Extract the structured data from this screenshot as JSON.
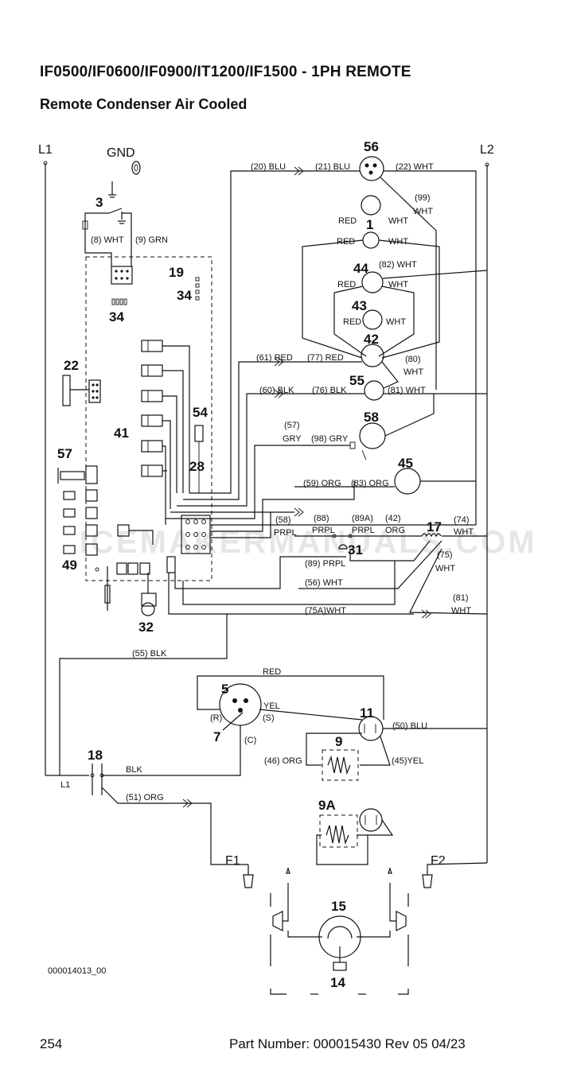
{
  "header": {
    "title": "IF0500/IF0600/IF0900/IT1200/IF1500 - 1PH REMOTE",
    "subtitle": "Remote Condenser Air Cooled"
  },
  "diagram": {
    "terminals": {
      "l1": "L1",
      "l2": "L2",
      "gnd": "GND",
      "f1": "F1",
      "f2": "F2",
      "l1_small": "L1"
    },
    "components": {
      "c56": "56",
      "c1": "1",
      "c44": "44",
      "c43": "43",
      "c42": "42",
      "c55": "55",
      "c58": "58",
      "c45": "45",
      "c17": "17",
      "c31": "31",
      "c3": "3",
      "c19": "19",
      "c34a": "34",
      "c34b": "34",
      "c22": "22",
      "c54": "54",
      "c41": "41",
      "c28": "28",
      "c57": "57",
      "c49": "49",
      "c32": "32",
      "c5": "5",
      "c7": "7",
      "c11": "11",
      "c9": "9",
      "c9a": "9A",
      "c18": "18",
      "c15": "15",
      "c14": "14"
    },
    "wires": {
      "w20": "(20) BLU",
      "w21": "(21) BLU",
      "w22": "(22) WHT",
      "w99a": "(99)",
      "w99b": "WHT",
      "red1": "RED",
      "wht1": "WHT",
      "red2": "RED",
      "wht2": "WHT",
      "w82": "(82) WHT",
      "red3": "RED",
      "wht3": "WHT",
      "red4": "RED",
      "wht4": "WHT",
      "w61": "(61) RED",
      "w77": "(77) RED",
      "w80a": "(80)",
      "w80b": "WHT",
      "w60": "(60) BLK",
      "w76": "(76) BLK",
      "w81": "(81) WHT",
      "w57a": "(57)",
      "w57b": "GRY",
      "w98": "(98) GRY",
      "w59": "(59) ORG",
      "w83": "(83) ORG",
      "w58a": "(58)",
      "w58b": "PRPL",
      "w88a": "(88)",
      "w88b": "PRPL",
      "w89aa": "(89A)",
      "w89ab": "PRPL",
      "w42a": "(42)",
      "w42b": "ORG",
      "w74a": "(74)",
      "w74b": "WHT",
      "w75a": "(75)",
      "w75b": "WHT",
      "w89": "(89) PRPL",
      "w56": "(56) WHT",
      "w81ba": "(81)",
      "w81bb": "WHT",
      "w75A": "(75A)WHT",
      "w8": "(8) WHT",
      "w9": "(9) GRN",
      "w55": "(55) BLK",
      "red5": "RED",
      "yel": "YEL",
      "r": "(R)",
      "s": "(S)",
      "c": "(C)",
      "w50": "(50) BLU",
      "w46": "(46) ORG",
      "w45": "(45)YEL",
      "blk": "BLK",
      "w51": "(51) ORG"
    },
    "watermark": "ICEMAKERMANUALS.COM"
  },
  "footer": {
    "doc_id": "000014013_00",
    "page_number": "254",
    "part_number": "Part Number: 000015430 Rev 05 04/23"
  }
}
